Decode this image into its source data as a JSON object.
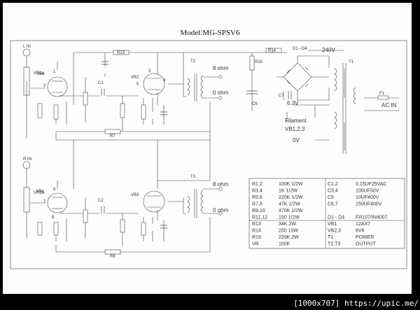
{
  "title": "Model:MG-SPSV6",
  "watermark": "[1000x707] https://upic.me/",
  "channels": {
    "left": {
      "input_label": "L IN",
      "vr": "VR1a",
      "tube1": "VB1",
      "tube2": "VB2",
      "transformer": "T2"
    },
    "right": {
      "input_label": "R IN",
      "vr": "VR1b",
      "tube1": "VB1",
      "tube2": "VB3",
      "transformer": "T3"
    }
  },
  "outputs": {
    "left_8ohm": "8 ohm",
    "left_0ohm": "0 ohm",
    "right_8ohm": "8 ohm",
    "right_0ohm": "0 ohm"
  },
  "component_labels": {
    "r13": "R13",
    "r14": "R14",
    "r15": "R15",
    "r7": "R7",
    "r8": "R8",
    "r1": "R1",
    "r2": "R2",
    "r3": "R3",
    "r4": "R4",
    "r5": "R5",
    "r6": "R6",
    "r9": "R9",
    "r10": "R10",
    "r11": "R11",
    "r12": "R12",
    "c1": "C1",
    "c2": "C2",
    "c3": "C3",
    "c4": "C4",
    "c5": "C5",
    "c6": "C6",
    "c7": "C7",
    "f1": "F1",
    "t1": "T1",
    "diodes": "D1 - D4"
  },
  "pins": {
    "p1": "1",
    "p2": "2",
    "p3": "3",
    "p4": "4",
    "p5": "5",
    "p6": "6",
    "p7": "7",
    "p8": "8"
  },
  "power": {
    "v240": "240V",
    "ac_in": "AC IN",
    "v63": "6.3V",
    "filament": "Filament",
    "filament_tubes": "VB1,2,3",
    "zero_v": "0V"
  },
  "parts_table": [
    [
      "R1,2",
      "100K 1/2W",
      "C1,2",
      "0.15UF25VAC"
    ],
    [
      "R3,4",
      "1K 1/2W",
      "C3,4",
      "100UF50V"
    ],
    [
      "R5,6",
      "220K 1/2W",
      "C5",
      "10UF400V"
    ],
    [
      "R7,8",
      "47K 1/2W",
      "C6,7",
      "150UF400V"
    ],
    [
      "R9,10",
      "470K 1/2W",
      "",
      ""
    ],
    [
      "R11,12",
      "150 1/2W",
      "D1 - D4",
      "FR107/IN4007"
    ],
    [
      "R13",
      "34K 2W",
      "VB1",
      "12AX7"
    ],
    [
      "R14",
      "250 10W",
      "VB2,3",
      "6V6"
    ],
    [
      "R15",
      "220K 2W",
      "T1",
      "POWER"
    ],
    [
      "VR",
      "100K",
      "T2,T3",
      "OUTPUT"
    ]
  ]
}
